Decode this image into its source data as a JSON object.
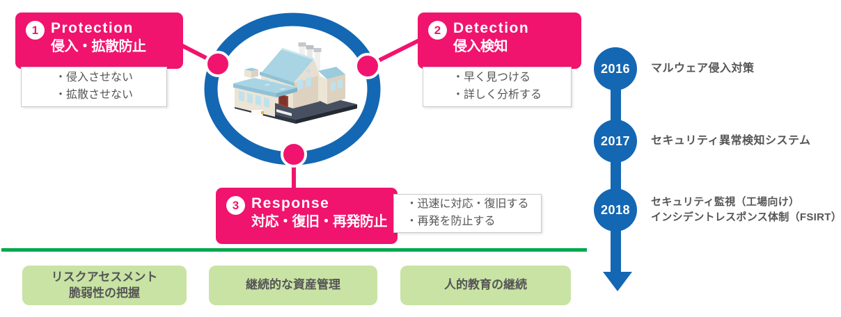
{
  "colors": {
    "pink": "#F0146E",
    "blue": "#1467B3",
    "green_line": "#00A84F",
    "light_green_box": "#C8E3A4",
    "text_gray": "#555555"
  },
  "cycle": {
    "center_icon": "factory-building",
    "steps": [
      {
        "number": "1",
        "title_en": "Protection",
        "title_jp": "侵入・拡散防止",
        "note_lines": [
          "・侵入させない",
          "・拡散させない"
        ]
      },
      {
        "number": "2",
        "title_en": "Detection",
        "title_jp": "侵入検知",
        "note_lines": [
          "・早く見つける",
          "・詳しく分析する"
        ]
      },
      {
        "number": "3",
        "title_en": "Response",
        "title_jp": "対応・復旧・再発防止",
        "note_lines": [
          "・迅速に対応・復旧する",
          "・再発を防止する"
        ]
      }
    ]
  },
  "foundation": {
    "boxes": [
      {
        "lines": [
          "リスクアセスメント",
          "脆弱性の把握"
        ]
      },
      {
        "lines": [
          "継続的な資産管理"
        ]
      },
      {
        "lines": [
          "人的教育の継続"
        ]
      }
    ]
  },
  "timeline": {
    "entries": [
      {
        "year": "2016",
        "lines": [
          "マルウェア侵入対策"
        ]
      },
      {
        "year": "2017",
        "lines": [
          "セキュリティ異常検知システム"
        ]
      },
      {
        "year": "2018",
        "lines": [
          "セキュリティ監視（工場向け）",
          "インシデントレスポンス体制（FSIRT）"
        ]
      }
    ]
  }
}
